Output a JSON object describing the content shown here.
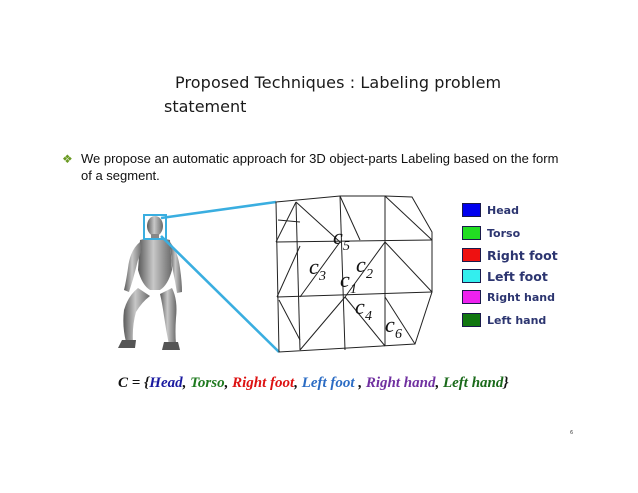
{
  "title": {
    "line1": "Proposed Techniques : Labeling problem",
    "line2": "statement"
  },
  "bullet": {
    "icon": "diamond-bullet-icon",
    "text": "We propose an automatic approach for 3D object-parts Labeling based on the form of a segment."
  },
  "mesh_labels": [
    {
      "letter": "c",
      "sub": "5"
    },
    {
      "letter": "c",
      "sub": "3"
    },
    {
      "letter": "c",
      "sub": "2"
    },
    {
      "letter": "c",
      "sub": "1"
    },
    {
      "letter": "c",
      "sub": "4"
    },
    {
      "letter": "c",
      "sub": "6"
    }
  ],
  "legend": [
    {
      "label": "Head",
      "color": "#0000ee"
    },
    {
      "label": "Torso",
      "color": "#22dd22"
    },
    {
      "label": "Right foot",
      "color": "#ee1111"
    },
    {
      "label": "Left foot",
      "color": "#33eeee"
    },
    {
      "label": "Right hand",
      "color": "#ee22ee"
    },
    {
      "label": "Left hand",
      "color": "#117711"
    }
  ],
  "formula": {
    "prefix": "C = {",
    "items": [
      {
        "text": "Head",
        "color": "#1a1aa0"
      },
      {
        "text": "Torso",
        "color": "#1f7a1f"
      },
      {
        "text": "Right foot",
        "color": "#dd1111"
      },
      {
        "text": "Left foot",
        "color": "#2b6cc4"
      },
      {
        "text": "Right hand",
        "color": "#7030a0"
      },
      {
        "text": "Left hand",
        "color": "#1a6a1a"
      }
    ],
    "suffix": "}"
  },
  "page_number": "6",
  "colors": {
    "accent_line": "#3aaee0",
    "mesh": "#222222",
    "figure_gray": "#8a8a8a"
  }
}
